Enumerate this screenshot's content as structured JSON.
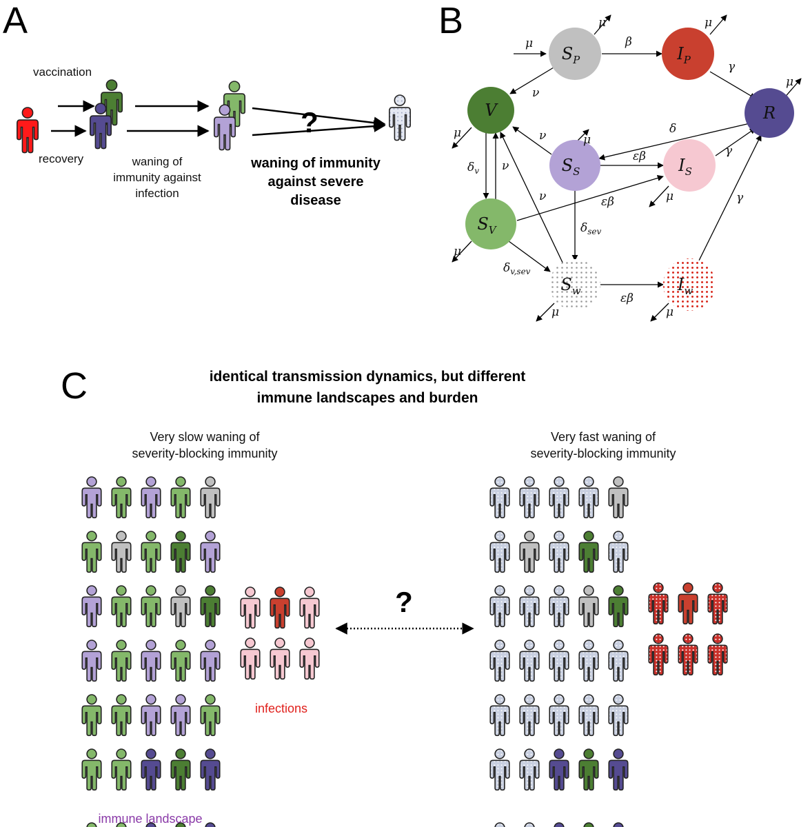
{
  "panels": {
    "a": "A",
    "b": "B",
    "c": "C"
  },
  "panel_a": {
    "vaccination": "vaccination",
    "recovery": "recovery",
    "waning_inf_1": "waning of",
    "waning_inf_2": "immunity against",
    "waning_inf_3": "infection",
    "waning_sev_1": "waning of immunity",
    "waning_sev_2": "against severe",
    "waning_sev_3": "disease",
    "question": "?"
  },
  "panel_b": {
    "nodes": {
      "sp": {
        "main": "S",
        "sub": "P",
        "color": "#c0c0c0"
      },
      "ip": {
        "main": "I",
        "sub": "P",
        "color": "#c9402f"
      },
      "r": {
        "main": "R",
        "sub": "",
        "color": "#554b91"
      },
      "v": {
        "main": "V",
        "sub": "",
        "color": "#4c7e33"
      },
      "ss": {
        "main": "S",
        "sub": "S",
        "color": "#b3a2d6"
      },
      "is": {
        "main": "I",
        "sub": "S",
        "color": "#f6c8d1"
      },
      "sv": {
        "main": "S",
        "sub": "V",
        "color": "#84b86a"
      },
      "sw": {
        "main": "S",
        "sub": "w",
        "color": "#aaaaaa"
      },
      "iw": {
        "main": "I",
        "sub": "w",
        "color": "#d92a1e"
      }
    },
    "rates": {
      "mu": "μ",
      "beta": "β",
      "gamma": "γ",
      "nu": "ν",
      "delta": "δ",
      "epsbeta": "εβ",
      "delta_v": "δ",
      "delta_v_sub": "v",
      "delta_sev": "δ",
      "delta_sev_sub": "sev",
      "delta_vsev": "δ",
      "delta_vsev_sub": "v,sev"
    }
  },
  "panel_c": {
    "title_1": "identical transmission dynamics, but different",
    "title_2": "immune landscapes and burden",
    "left_head_1": "Very slow waning of",
    "left_head_2": "severity-blocking immunity",
    "right_head_1": "Very fast waning of",
    "right_head_2": "severity-blocking immunity",
    "infections": "infections",
    "immune_landscape": "immune landscape",
    "question": "?"
  },
  "colors": {
    "grey": "#c0c0c0",
    "light_green": "#84b86a",
    "dark_green": "#4c7e33",
    "purple": "#b3a2d6",
    "dark_purple": "#554b91",
    "red": "#c9402f",
    "bright_red": "#ff1a1a",
    "pink": "#f6c8d1",
    "dotted_blue": "#c8cfe0"
  },
  "grids": {
    "left": [
      [
        "purple",
        "light_green",
        "purple",
        "light_green",
        "grey"
      ],
      [
        "light_green",
        "grey",
        "light_green",
        "dark_green",
        "purple"
      ],
      [
        "purple",
        "light_green",
        "light_green",
        "grey",
        "dark_green"
      ],
      [
        "purple",
        "light_green",
        "purple",
        "light_green",
        "purple"
      ],
      [
        "light_green",
        "light_green",
        "purple",
        "purple",
        "light_green"
      ],
      [
        "light_green",
        "light_green",
        "dark_purple",
        "dark_green",
        "dark_purple"
      ]
    ],
    "right": [
      [
        "dotted_blue",
        "dotted_blue",
        "dotted_blue",
        "dotted_blue",
        "grey"
      ],
      [
        "dotted_blue",
        "grey",
        "dotted_blue",
        "dark_green",
        "dotted_blue"
      ],
      [
        "dotted_blue",
        "dotted_blue",
        "dotted_blue",
        "grey",
        "dark_green"
      ],
      [
        "dotted_blue",
        "dotted_blue",
        "dotted_blue",
        "dotted_blue",
        "dotted_blue"
      ],
      [
        "dotted_blue",
        "dotted_blue",
        "dotted_blue",
        "dotted_blue",
        "dotted_blue"
      ],
      [
        "dotted_blue",
        "dotted_blue",
        "dark_purple",
        "dark_green",
        "dark_purple"
      ]
    ],
    "left_infections": [
      [
        "pink",
        "red",
        "pink"
      ],
      [
        "pink",
        "pink",
        "pink"
      ]
    ],
    "right_infections": [
      [
        "dotted_red",
        "red",
        "dotted_red"
      ],
      [
        "dotted_red",
        "dotted_red",
        "dotted_red"
      ]
    ]
  }
}
